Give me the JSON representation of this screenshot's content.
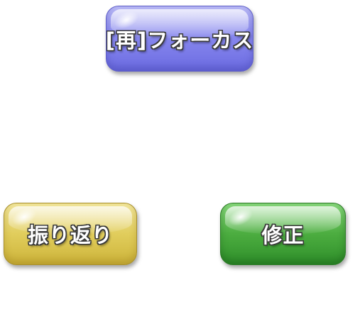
{
  "diagram": {
    "nodes": [
      {
        "label": "[再]フォーカス",
        "color": "#8888ee"
      },
      {
        "label": "修正",
        "color": "#4cad40"
      },
      {
        "label": "振り返り",
        "color": "#e1cd5c"
      }
    ]
  }
}
